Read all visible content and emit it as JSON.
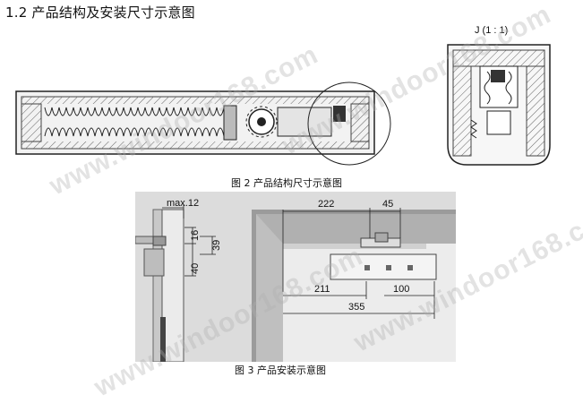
{
  "document": {
    "heading": "1.2 产品结构及安装尺寸示意图",
    "figure2": {
      "caption": "图 2 产品结构尺寸示意图",
      "detail_label": "J (1 : 1)"
    },
    "figure3": {
      "caption": "图 3 产品安装示意图",
      "dimensions": {
        "max_offset": "max.12",
        "dim_16": "16",
        "dim_40": "40",
        "dim_39": "39",
        "dim_222": "222",
        "dim_45": "45",
        "dim_211": "211",
        "dim_100": "100",
        "dim_355": "355"
      }
    },
    "watermark": "www.windoor168.com"
  }
}
